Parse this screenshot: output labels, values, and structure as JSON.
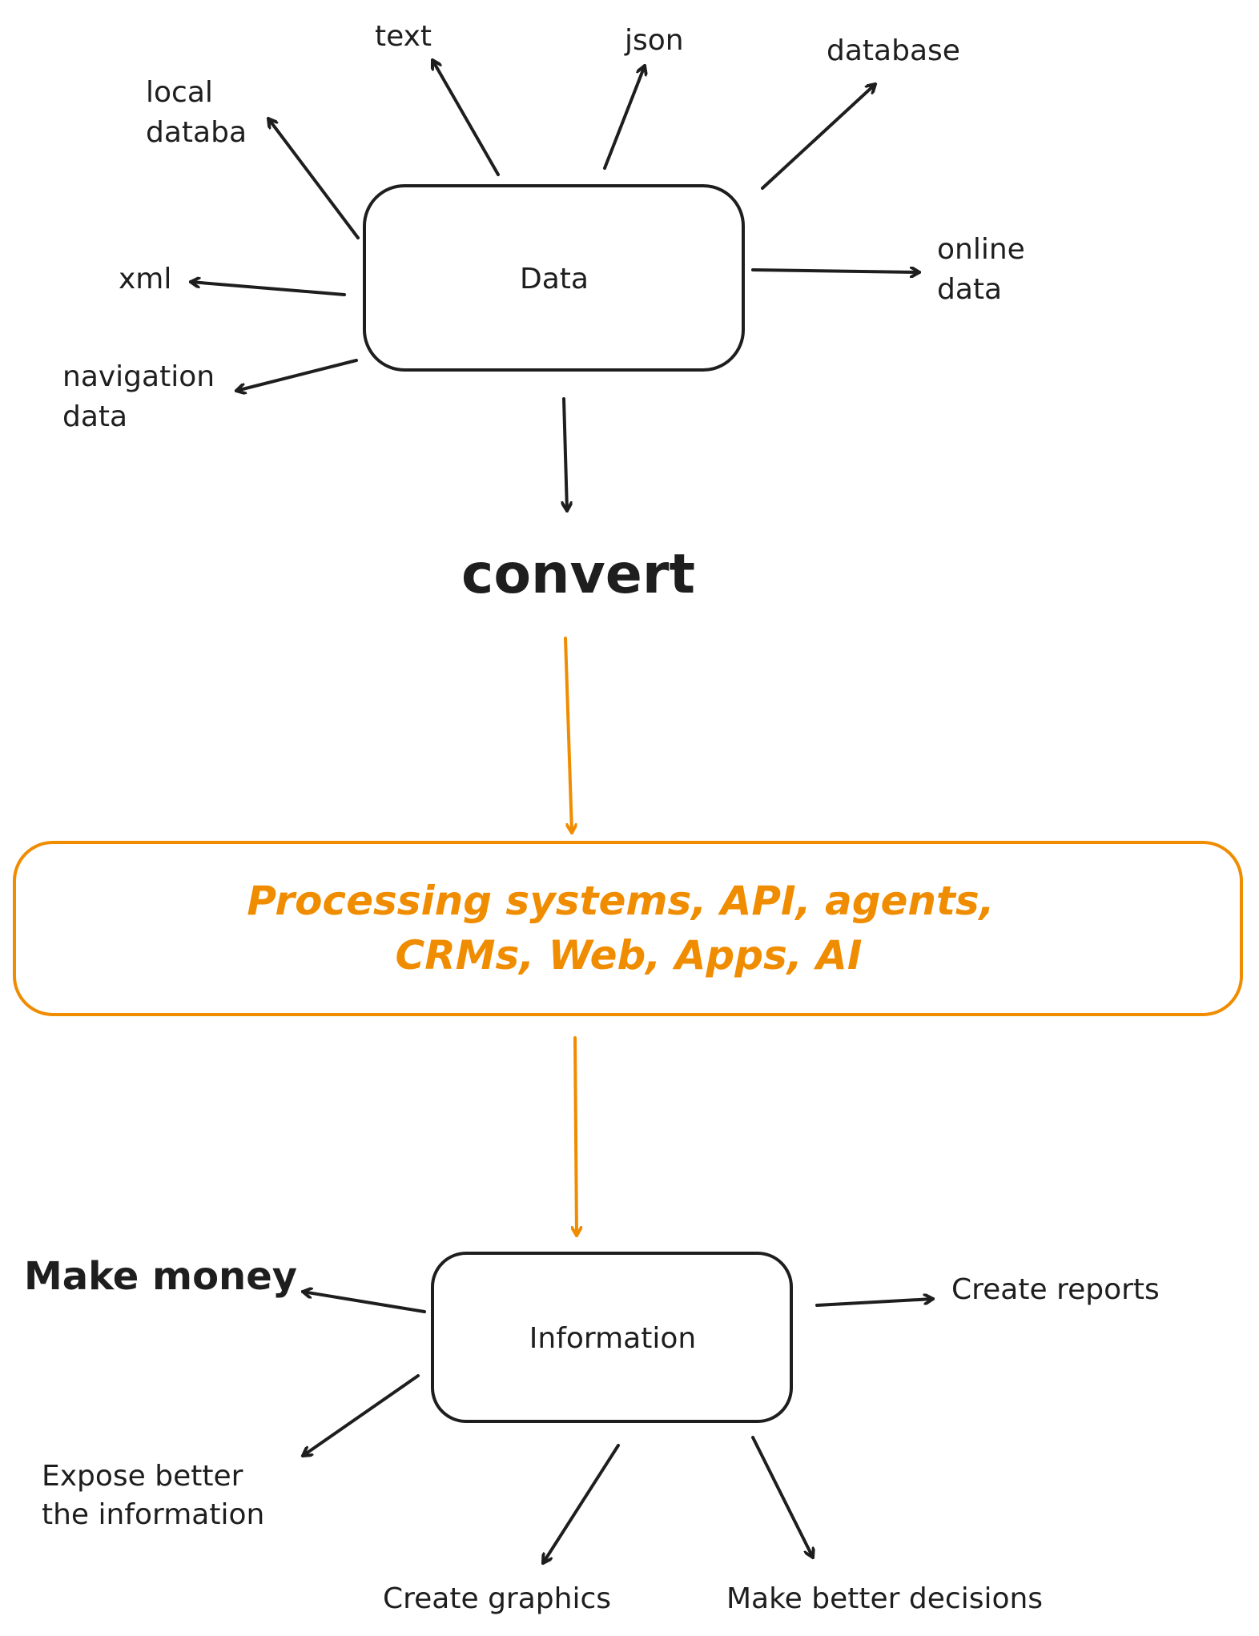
{
  "colors": {
    "ink": "#1e1e1e",
    "accent": "#f08c00",
    "background": "#ffffff"
  },
  "source": {
    "box_label": "Data",
    "outputs": {
      "text": "text",
      "json": "json",
      "database": "database",
      "local_database": [
        "local",
        "databa"
      ],
      "online_data": [
        "online",
        "data"
      ],
      "xml": "xml",
      "navigation_data": [
        "navigation",
        "data"
      ]
    }
  },
  "convert_label": "convert",
  "processing": {
    "line1": "Processing systems, API, agents,",
    "line2": "CRMs, Web, Apps, AI"
  },
  "result": {
    "box_label": "Information",
    "outputs": {
      "make_money": "Make money",
      "create_reports": "Create reports",
      "expose_better": [
        "Expose better",
        "the information"
      ],
      "create_graphics": "Create graphics",
      "make_better_decisions": "Make better decisions"
    }
  }
}
